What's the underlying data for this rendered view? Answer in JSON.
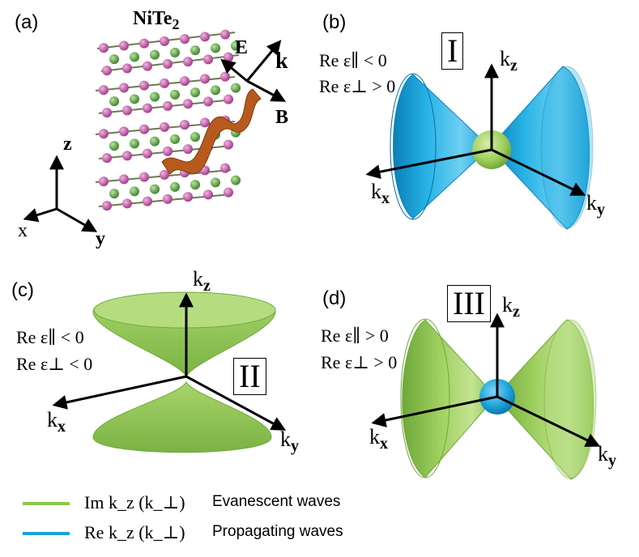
{
  "panels": {
    "a": {
      "label": "(a)",
      "material": "NiTe",
      "material_sub": "2",
      "axes": {
        "x": "x",
        "y": "y",
        "z": "z"
      },
      "field_labels": {
        "E": "E",
        "k": "k",
        "B": "B"
      }
    },
    "b": {
      "label": "(b)",
      "region": "I",
      "cond1": "Re ε∥ < 0",
      "cond2": "Re ε⊥ > 0",
      "axes": {
        "kx": "x",
        "ky": "y",
        "kz": "z",
        "k": "k"
      }
    },
    "c": {
      "label": "(c)",
      "region": "II",
      "cond1": "Re ε∥ < 0",
      "cond2": "Re ε⊥ < 0",
      "axes": {
        "kx": "x",
        "ky": "y",
        "kz": "z",
        "k": "k"
      }
    },
    "d": {
      "label": "(d)",
      "region": "III",
      "cond1": "Re ε∥ > 0",
      "cond2": "Re ε⊥ > 0",
      "axes": {
        "kx": "x",
        "ky": "y",
        "kz": "z",
        "k": "k"
      }
    }
  },
  "legend": [
    {
      "math": "Im k_z (k_⊥)",
      "text": "Evanescent waves",
      "color": "#8cc84b"
    },
    {
      "math": "Re k_z (k_⊥)",
      "text": "Propagating waves",
      "color": "#1aa3d9"
    }
  ],
  "colors": {
    "evanescent_green": "#8cc84b",
    "propagating_blue": "#1aa3d9",
    "atom_pink": "#c04fa0",
    "atom_green": "#4a9a3a",
    "wave_orange": "#b85a1e"
  }
}
